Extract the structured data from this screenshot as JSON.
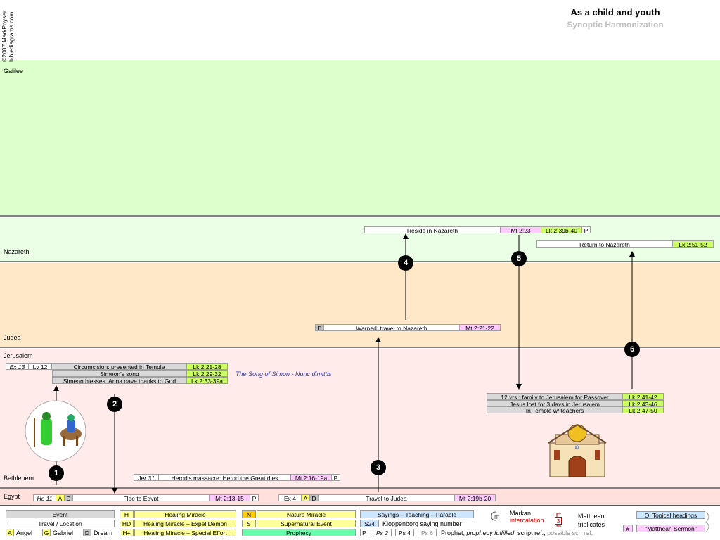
{
  "copyright": {
    "line1": "©2007 MarkPoyser",
    "line2": "biblediagrams.com"
  },
  "title": "As a child and youth",
  "subtitle": "Synoptic Harmonization",
  "regions": {
    "galilee": "Galilee",
    "nazareth": "Nazareth",
    "judea": "Judea",
    "jerusalem": "Jerusalem",
    "bethlehem": "Bethlehem",
    "egypt": "Egypt"
  },
  "colors": {
    "galilee": "#ddffcc",
    "nazareth": "#eaffe6",
    "judea": "#ffe8c8",
    "jerusalem": "#ffecea",
    "egypt": "#ffe0dc"
  },
  "events": {
    "reside": {
      "label": "Reside in Nazareth",
      "mt": "Mt 2:23",
      "lk": "Lk 2:39b-40",
      "p": "P"
    },
    "return_naz": {
      "label": "Return to Nazareth",
      "lk": "Lk 2:51-52"
    },
    "warned": {
      "d": "D",
      "label": "Warned; travel to Nazareth",
      "mt": "Mt 2:21-22"
    },
    "circumcision": {
      "ex": "Ex 13",
      "lv": "Lv 12",
      "label": "Circumcision; presented in Temple",
      "lk": "Lk 2:21-28"
    },
    "simeon_song": {
      "label": "Simeon's song",
      "lk": "Lk 2:29-32"
    },
    "simeon_bless": {
      "label": "Simeon blesses, Anna gave thanks to God",
      "lk": "Lk 2:33-39a"
    },
    "song_note": "The Song of Simon - Nunc dimittis",
    "twelve": {
      "label": "12 yrs.; family to Jerusalem for Passover",
      "lk": "Lk 2:41-42"
    },
    "lost": {
      "label": "Jesus lost for 3 days in Jerusalem",
      "lk": "Lk 2:43-46"
    },
    "temple": {
      "label": "In Temple w/ teachers",
      "lk": "Lk 2:47-50"
    },
    "massacre": {
      "jer": "Jer 31",
      "label": "Herod's massacre; Herod the Great dies",
      "mt": "Mt 2:16-19a",
      "p": "P"
    },
    "flee": {
      "ho": "Ho 11",
      "a": "A",
      "d": "D",
      "label": "Flee to Egypt",
      "mt": "Mt 2:13-15",
      "p": "P"
    },
    "travel_judea": {
      "ex": "Ex 4",
      "a": "A",
      "d": "D",
      "label": "Travel to Judea",
      "mt": "Mt 2:19b-20"
    }
  },
  "steps": [
    "1",
    "2",
    "3",
    "4",
    "5",
    "6"
  ],
  "legend": {
    "event": "Event",
    "travel": "Travel / Location",
    "a": "A",
    "angel": "Angel",
    "g": "G",
    "gabriel": "Gabriel",
    "d": "D",
    "dream": "Dream",
    "h": "H",
    "healing": "Healing Miracle",
    "hd": "HD",
    "healing_demon": "Healing Miracle – Expel Demon",
    "hplus": "H+",
    "healing_special": "Healing Miracle – Special Effort",
    "n": "N",
    "nature": "Nature Miracle",
    "s": "S",
    "supernatural": "Supernatural Event",
    "prophecy": "Prophecy",
    "sayings": "Sayings – Teaching – Parable",
    "s24": "S24",
    "kloppenborg": "Kloppenborg saying number",
    "p": "P",
    "ps2": "Ps 2",
    "ps4": "Ps 4",
    "ps6": "Ps 6",
    "prophet_a": "Prophet;",
    "prophet_b": "prophecy fulfilled",
    "prophet_c": ", script ref.,",
    "prophet_d": "possible scr. ref.",
    "markan_m": "m",
    "markan": "Markan",
    "intercalation": "intercalation",
    "matt_3": "3",
    "matthean": "Matthean",
    "triplicates": "triplicates",
    "topical": "Q: Topical headings",
    "hash": "#",
    "sermon": "\"Matthean Sermon\""
  }
}
